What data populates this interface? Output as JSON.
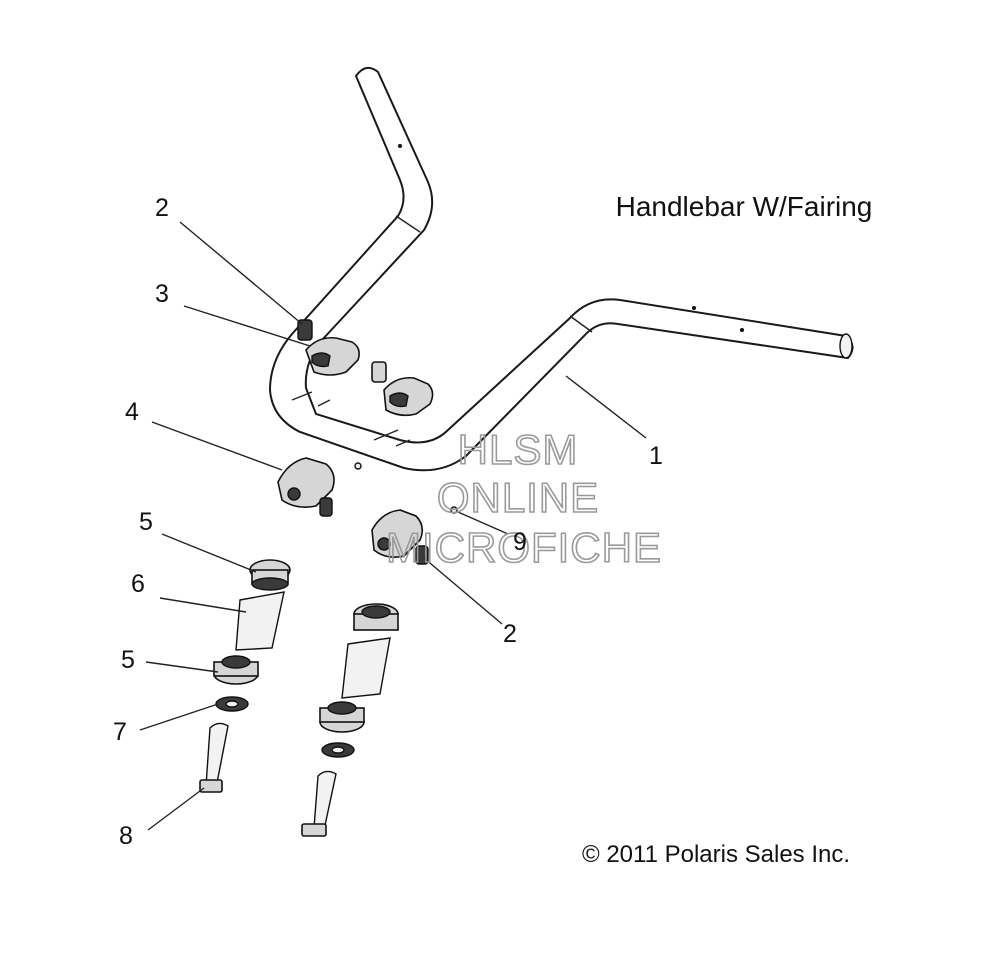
{
  "title": "Handlebar W/Fairing",
  "copyright": "© 2011 Polaris Sales Inc.",
  "watermark": {
    "line1": "HLSM",
    "line2": "ONLINE",
    "line3": "MICROFICHE"
  },
  "callouts": {
    "c1": "1",
    "c2_top": "2",
    "c2_bottom": "2",
    "c3": "3",
    "c4": "4",
    "c5_top": "5",
    "c5_bottom": "5",
    "c6": "6",
    "c7": "7",
    "c8": "8",
    "c9": "9"
  }
}
